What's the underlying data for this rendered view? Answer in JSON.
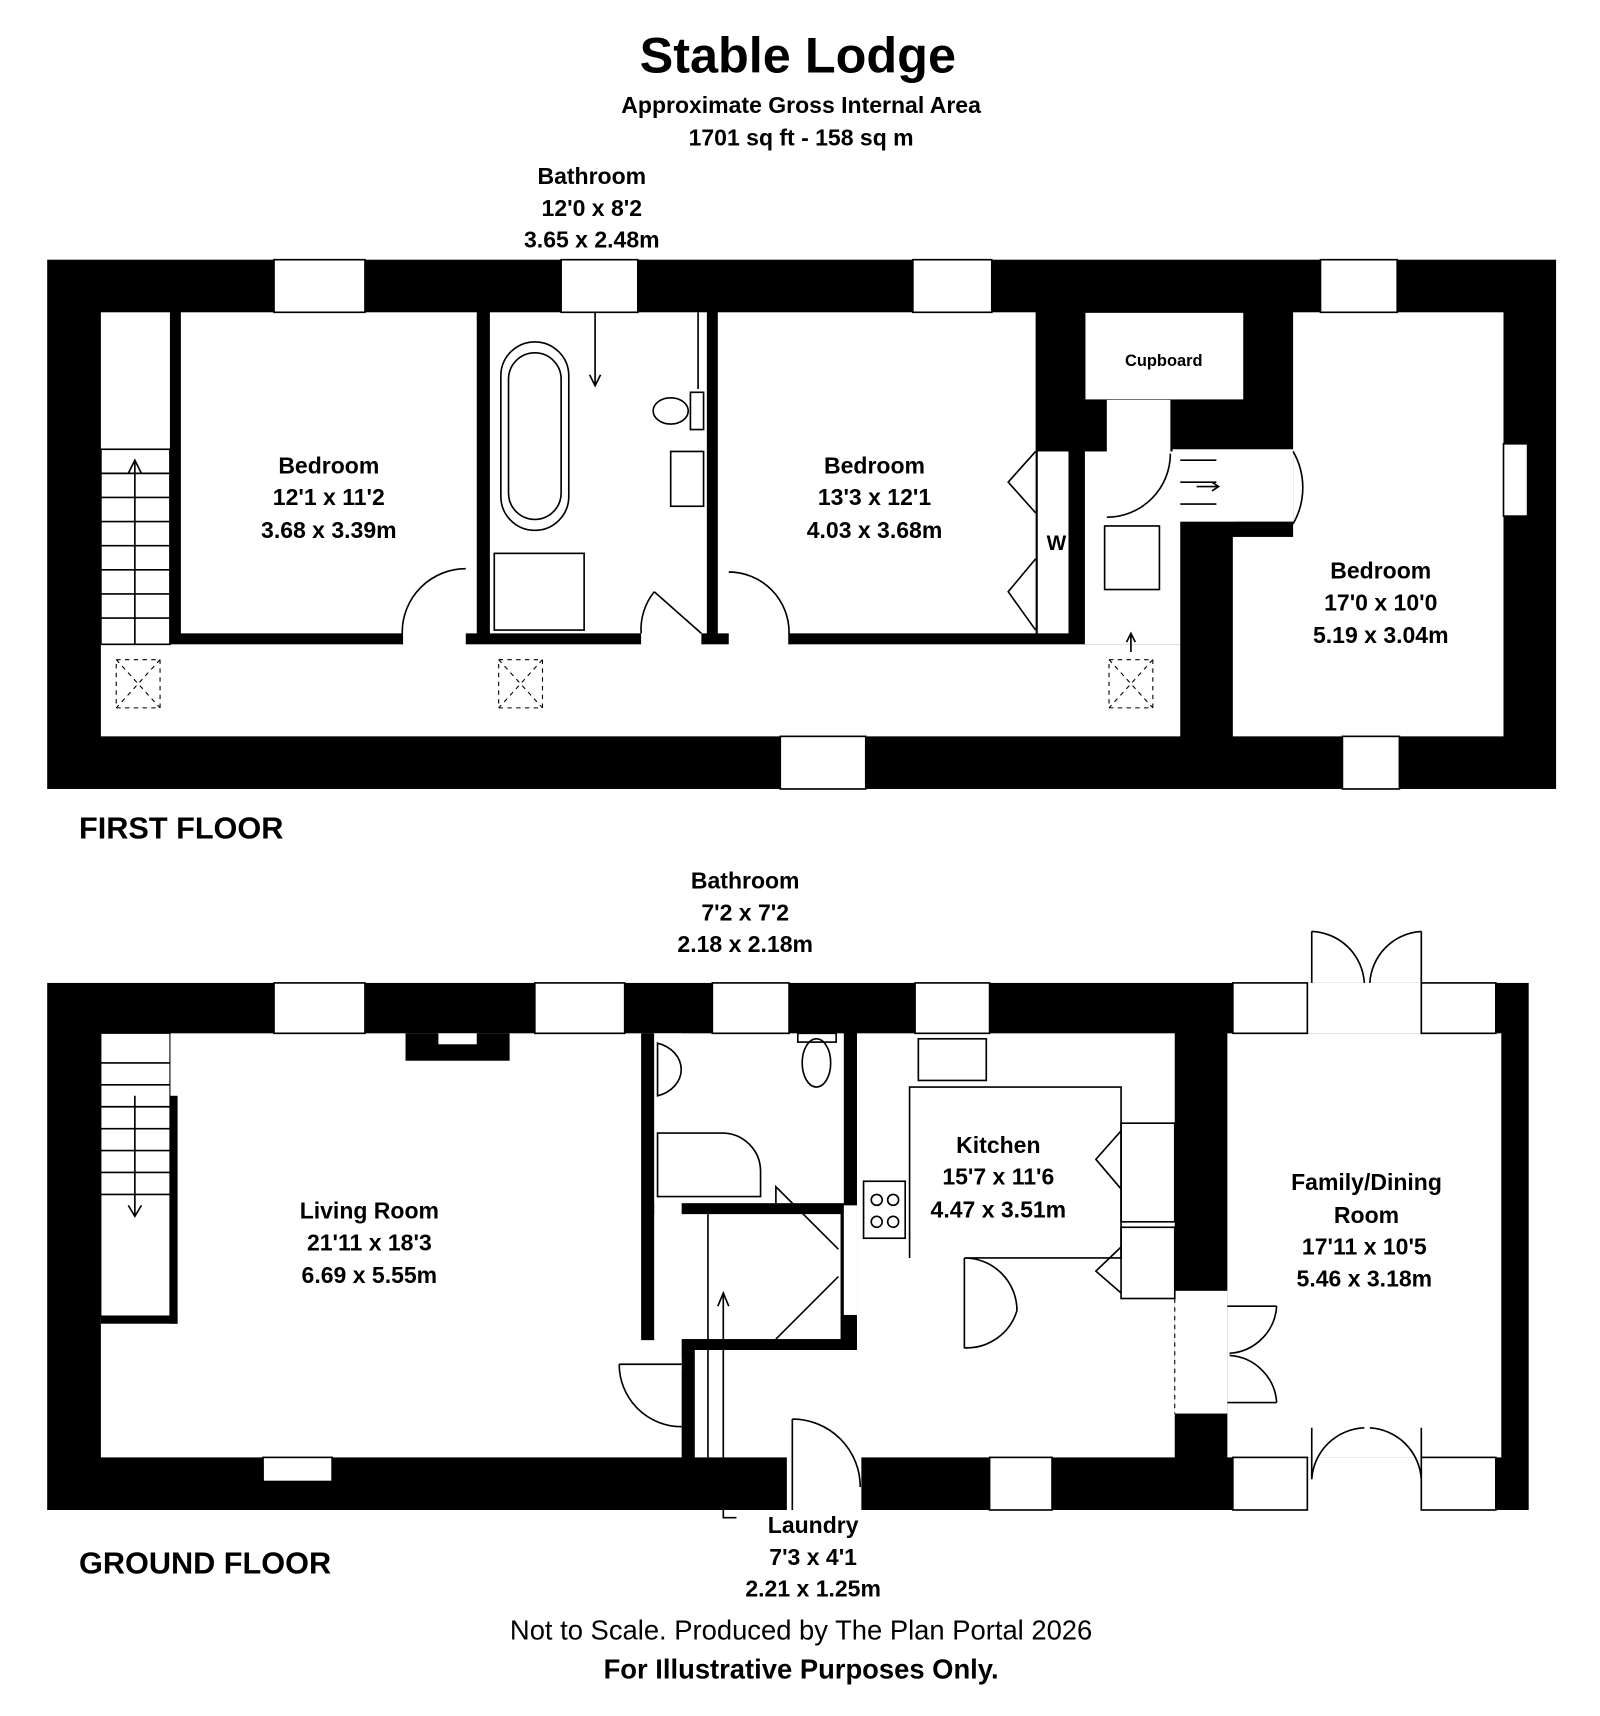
{
  "header": {
    "title": "Stable Lodge",
    "subtitle": "Approximate Gross Internal Area",
    "area": "1701 sq ft - 158 sq m"
  },
  "first_floor": {
    "label": "FIRST FLOOR",
    "rooms": [
      {
        "name": "Bedroom",
        "imperial": "12'1 x 11'2",
        "metric": "3.68 x 3.39m"
      },
      {
        "name": "Bathroom",
        "imperial": "12'0 x 8'2",
        "metric": "3.65 x 2.48m"
      },
      {
        "name": "Bedroom",
        "imperial": "13'3 x 12'1",
        "metric": "4.03 x 3.68m"
      },
      {
        "name": "Bedroom",
        "imperial": "17'0 x 10'0",
        "metric": "5.19 x 3.04m"
      }
    ],
    "cupboard": "Cupboard",
    "wardrobe": "W"
  },
  "ground_floor": {
    "label": "GROUND FLOOR",
    "rooms": [
      {
        "name": "Living Room",
        "imperial": "21'11 x 18'3",
        "metric": "6.69 x 5.55m"
      },
      {
        "name": "Bathroom",
        "imperial": "7'2 x 7'2",
        "metric": "2.18 x 2.18m"
      },
      {
        "name": "Kitchen",
        "imperial": "15'7 x 11'6",
        "metric": "4.47 x 3.51m"
      },
      {
        "name": "Family/Dining",
        "name2": "Room",
        "imperial": "17'11 x 10'5",
        "metric": "5.46 x 3.18m"
      },
      {
        "name": "Laundry",
        "imperial": "7'3 x 4'1",
        "metric": "2.21 x 1.25m"
      }
    ]
  },
  "footer": {
    "disclaimer": "Not to Scale. Produced by The Plan Portal 2026",
    "note": "For Illustrative Purposes Only."
  }
}
